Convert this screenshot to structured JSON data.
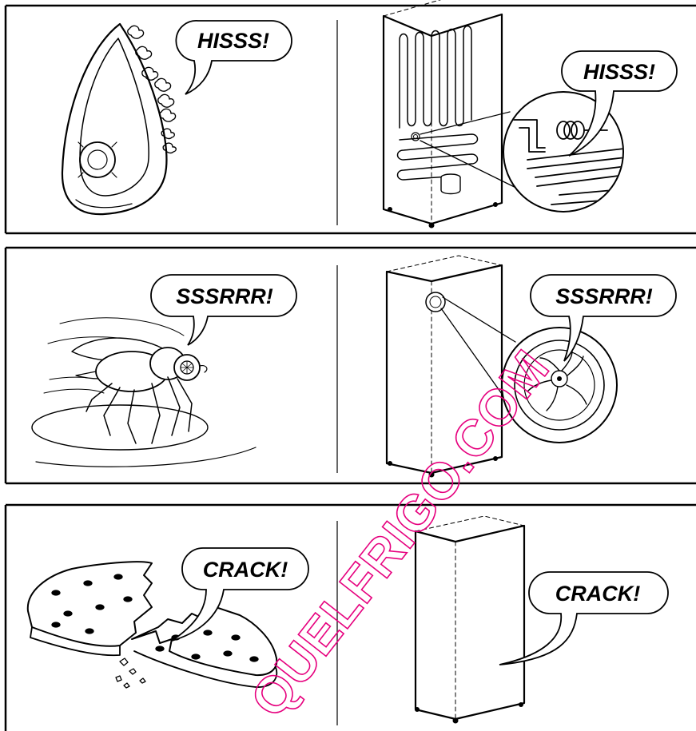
{
  "colors": {
    "ink": "#000000",
    "paper": "#ffffff",
    "watermark": "#e6007e"
  },
  "rows": [
    {
      "left": {
        "sound": "HISSS!",
        "object": "steam-iron-icon"
      },
      "right": {
        "sound": "HISSS!",
        "object": "fridge-back-coil-icon"
      }
    },
    {
      "left": {
        "sound": "SSSRRR!",
        "object": "fly-icon"
      },
      "right": {
        "sound": "SSSRRR!",
        "object": "fridge-fan-icon"
      }
    },
    {
      "left": {
        "sound": "CRACK!",
        "object": "cracker-icon"
      },
      "right": {
        "sound": "CRACK!",
        "object": "fridge-cabinet-icon"
      }
    }
  ],
  "watermark": {
    "text": "QUELFRIGO.COM"
  }
}
